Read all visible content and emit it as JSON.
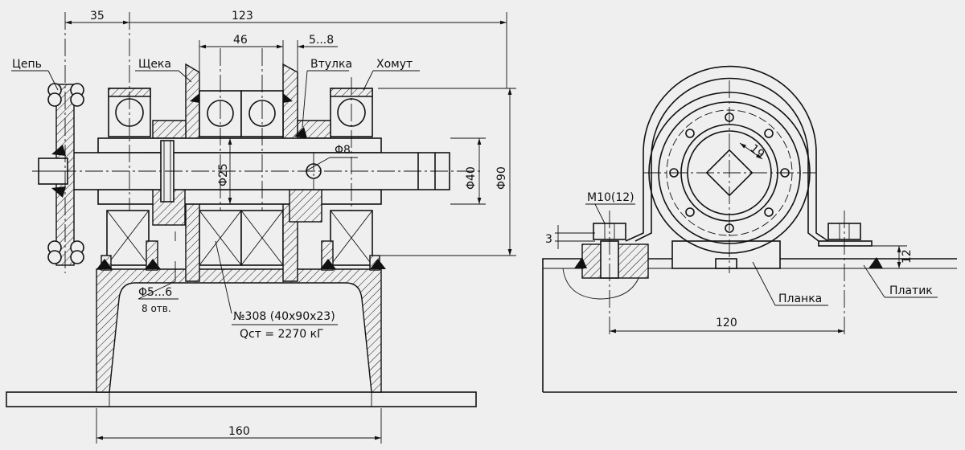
{
  "colors": {
    "background": "#efefef",
    "ink": "#111111"
  },
  "labels": {
    "chain": "Цепь",
    "cheek": "Щека",
    "bushing": "Втулка",
    "clamp": "Хомут",
    "plate": "Планка",
    "pad": "Платик"
  },
  "dims": {
    "d35": "35",
    "d123": "123",
    "d46": "46",
    "d5_8": "5...8",
    "d25": "Φ25",
    "d8": "Φ8",
    "d40": "Φ40",
    "d90": "Φ90",
    "d160": "160",
    "d5_6": "Φ5...6",
    "holes": "8 отв.",
    "bolt": "М10(12)",
    "d3": "3",
    "d12": "12",
    "d19": "19",
    "d120": "120"
  },
  "bearing": {
    "spec": "№308 (40x90x23)",
    "load": "Qст = 2270 кГ"
  }
}
